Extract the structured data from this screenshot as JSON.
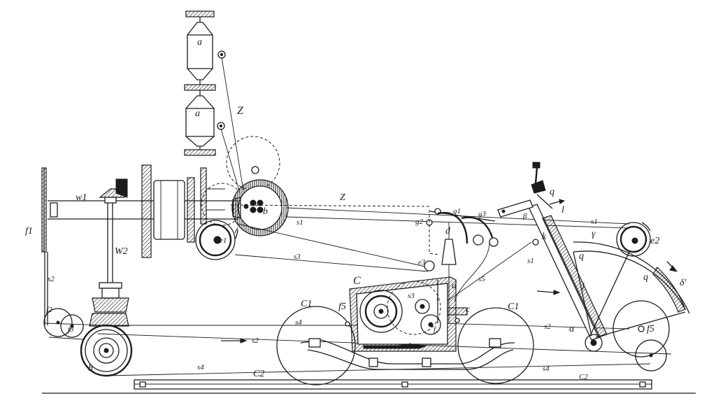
{
  "labels": {
    "a_top": "a",
    "a_bottom": "a",
    "Z_upper": "Z",
    "Z_mid": "Z",
    "w1": "w1",
    "W2": "W2",
    "f1": "f1",
    "f2": "f2",
    "f3": "f3",
    "f5_box": "f5",
    "f5_right": "f5",
    "f6": "f,",
    "s1": "s1",
    "s2": "s2",
    "s2_lower": "s2",
    "s3": "s3",
    "s3_inner": "s3",
    "s4": "s4",
    "s4_lower": "s4",
    "s4_right": "s4",
    "s1_right": "s1",
    "s1_far": "s1",
    "s2_right": "s2",
    "s5": "s5",
    "b": "b",
    "e1": "e1",
    "e2": "e2",
    "e3": "e3",
    "g1": "g1",
    "g2": "g2",
    "g3": "g3",
    "d": "d",
    "d_lower": "d",
    "i": "i",
    "c": "c",
    "C_box": "C",
    "C1_left": "C1",
    "C1_right": "C1",
    "C2": "C2",
    "C2_right": "C2",
    "h": "h",
    "k": "k",
    "l": "l",
    "l_arrow": "l",
    "q_top": "q",
    "q_arc": "q",
    "q_arc2": "q",
    "gamma": "γ",
    "alpha": "α",
    "beta": "β",
    "delta": "δ'"
  }
}
